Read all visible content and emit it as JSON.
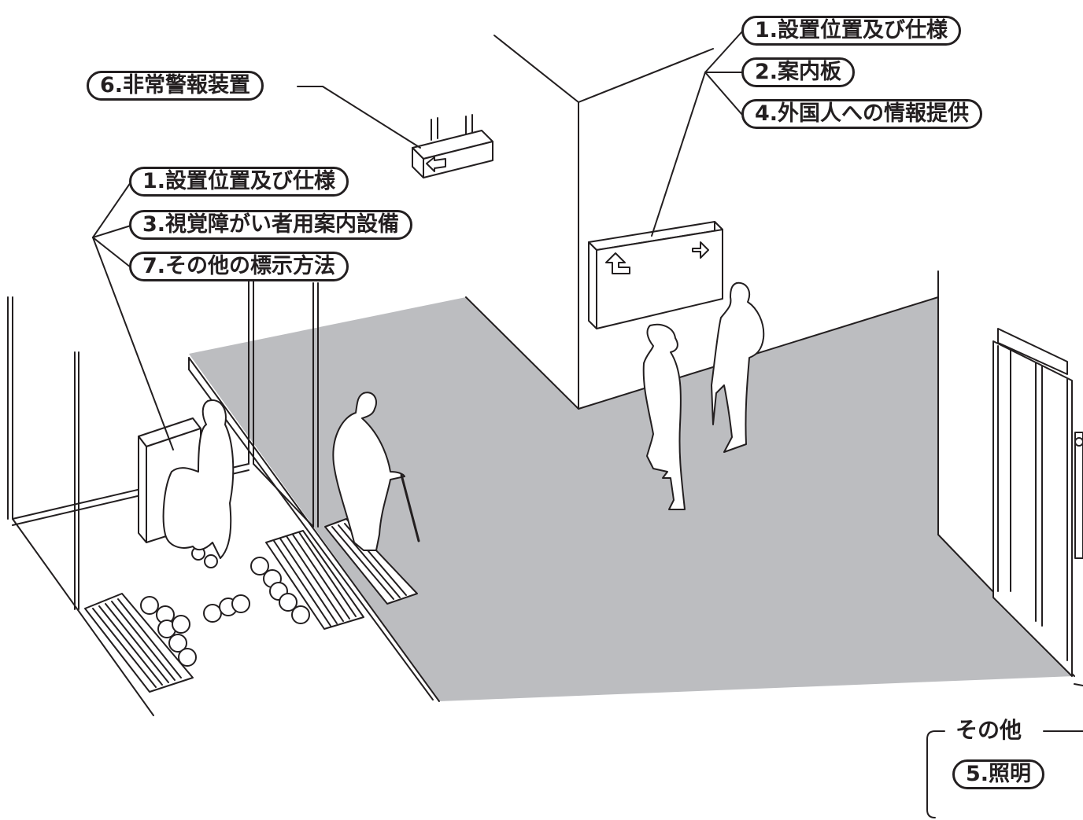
{
  "callouts": {
    "pillar": [
      "1.設置位置及び仕様",
      "2.案内板",
      "4.外国人への情報提供"
    ],
    "alarm": "6.非常警報装置",
    "board": [
      "1.設置位置及び仕様",
      "3.視覚障がい者用案内設備",
      "7.その他の標示方法"
    ]
  },
  "other": {
    "title": "その他",
    "item": "5.照明"
  },
  "icons": {
    "alarm_arrow": "left-arrow-icon",
    "sign_left": "up-left-arrow-icon",
    "sign_right": "right-arrow-icon"
  },
  "colors": {
    "floor": "#bcbdc0",
    "line": "#231f20",
    "background": "#ffffff"
  }
}
